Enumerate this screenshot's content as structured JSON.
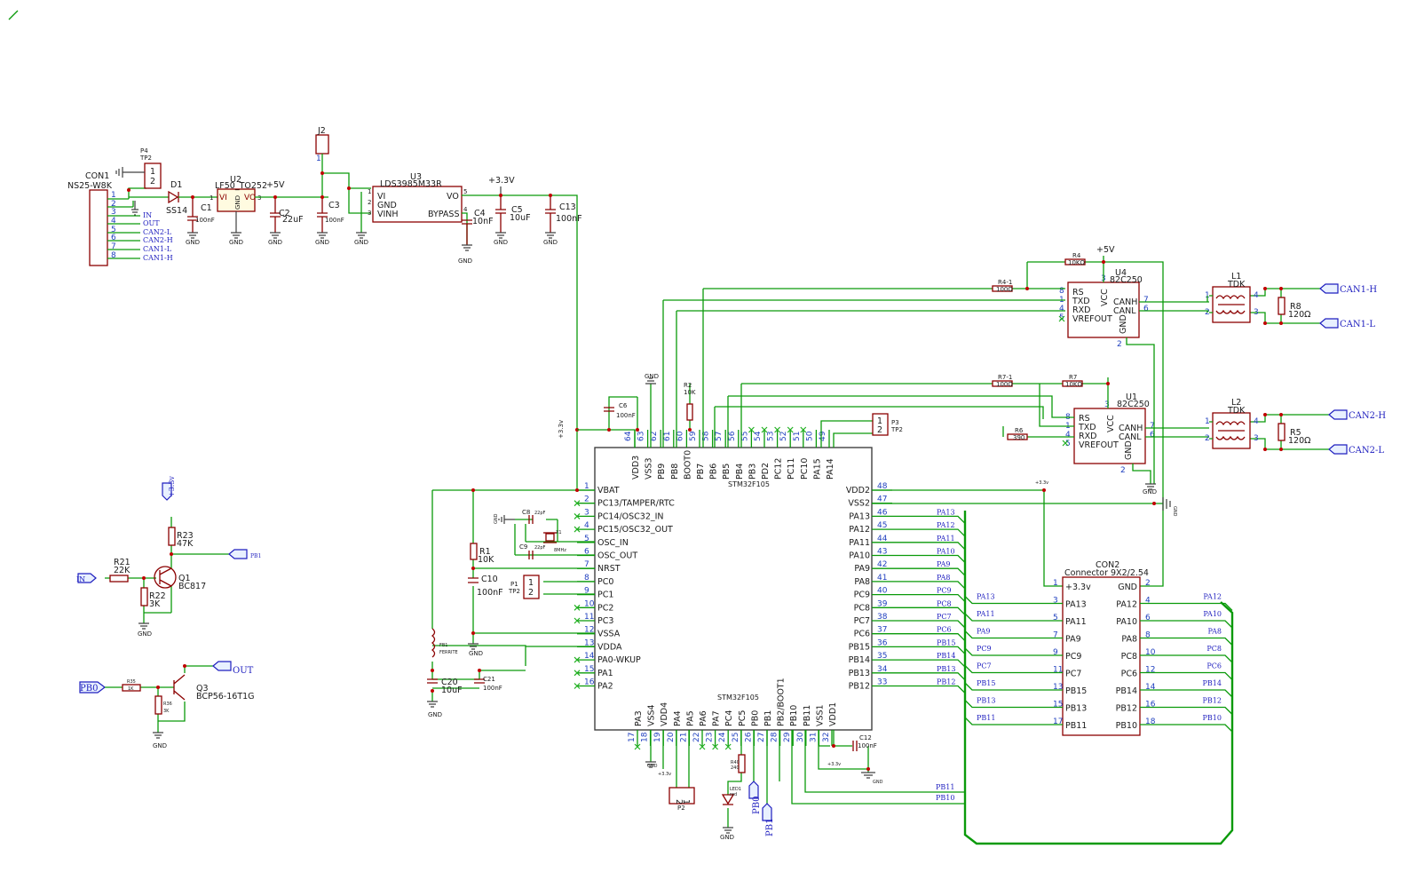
{
  "components": {
    "con1": {
      "ref": "CON1",
      "value": "NS25-W8K"
    },
    "p4": {
      "ref": "P4",
      "value": "TP2"
    },
    "d1": {
      "ref": "D1",
      "value": "SS14"
    },
    "u2": {
      "ref": "U2",
      "value": "LF50_TO252"
    },
    "c1": {
      "ref": "C1",
      "value": "100nF"
    },
    "c2": {
      "ref": "C2",
      "value": "22uF"
    },
    "j2": {
      "ref": "J2"
    },
    "c3": {
      "ref": "C3",
      "value": "100nF"
    },
    "u3": {
      "ref": "U3",
      "value": "LDS3985M33R"
    },
    "c4": {
      "ref": "C4",
      "value": "10nF"
    },
    "c5": {
      "ref": "C5",
      "value": "10uF"
    },
    "c13": {
      "ref": "C13",
      "value": "100nF"
    },
    "u4": {
      "ref": "U4",
      "value": "82C250"
    },
    "u1": {
      "ref": "U1",
      "value": "82C250"
    },
    "l1": {
      "ref": "L1",
      "value": "TDK"
    },
    "l2": {
      "ref": "L2",
      "value": "TDK"
    },
    "r8": {
      "ref": "R8",
      "value": "120Ω"
    },
    "r5": {
      "ref": "R5",
      "value": "120Ω"
    },
    "r4": {
      "ref": "R4",
      "value": "10KΩ"
    },
    "r4b": {
      "ref": "R4-1",
      "value": "100Ω"
    },
    "r7": {
      "ref": "R7",
      "value": "10KΩ"
    },
    "r7b": {
      "ref": "R7-1",
      "value": "100Ω"
    },
    "r6": {
      "ref": "R6",
      "value": "390"
    },
    "c6": {
      "ref": "C6",
      "value": "100nF"
    },
    "r2": {
      "ref": "R2",
      "value": "10K"
    },
    "p3": {
      "ref": "P3",
      "value": "TP2"
    },
    "mcu": {
      "value": "STM32F105"
    },
    "r1": {
      "ref": "R1",
      "value": "10K"
    },
    "c10": {
      "ref": "C10",
      "value": "100nF"
    },
    "c8": {
      "ref": "C8",
      "value": "22pF"
    },
    "c9": {
      "ref": "C9",
      "value": "22pF"
    },
    "x1": {
      "ref": "X1",
      "value": "8MHz"
    },
    "p1": {
      "ref": "P1",
      "value": "TP2"
    },
    "fb1": {
      "ref": "FB1",
      "value": "FERRITE"
    },
    "c20": {
      "ref": "C20",
      "value": "10uF"
    },
    "c21": {
      "ref": "C21",
      "value": "100nF"
    },
    "c12": {
      "ref": "C12",
      "value": "100nF"
    },
    "r40": {
      "ref": "R40",
      "value": "240"
    },
    "led1": {
      "ref": "LED1",
      "value": "red"
    },
    "p2": {
      "ref": "P2",
      "value": "TP2"
    },
    "con2": {
      "ref": "CON2",
      "value": "Connector 9X2/2.54"
    },
    "r23": {
      "ref": "R23",
      "value": "47K"
    },
    "r21": {
      "ref": "R21",
      "value": "22K"
    },
    "r22": {
      "ref": "R22",
      "value": "3K"
    },
    "q1": {
      "ref": "Q1",
      "value": "BC817"
    },
    "r35": {
      "ref": "R35",
      "value": "1K"
    },
    "r36": {
      "ref": "R36",
      "value": "3K"
    },
    "q3": {
      "ref": "Q3",
      "value": "BCP56-16T1G"
    }
  },
  "rails": {
    "v5": "+5V",
    "v33": "+3.3V",
    "v33b": "+3.3v",
    "gnd": "GND"
  },
  "con1_pins": [
    "1",
    "2",
    "3",
    "4",
    "5",
    "6",
    "7",
    "8"
  ],
  "con1_nets": [
    "IN",
    "OUT",
    "CAN2-L",
    "CAN2-H",
    "CAN1-L",
    "CAN1-H"
  ],
  "u2_pins": {
    "vi": "VI",
    "vo": "VO",
    "gnd": "GND",
    "p1": "1",
    "p2": "2",
    "p3": "3"
  },
  "u3_pins": {
    "vi": "VI",
    "gnd": "GND",
    "vinh": "VINH",
    "vo": "VO",
    "bypass": "BYPASS",
    "p1": "1",
    "p2": "2",
    "p3": "3",
    "p4": "4",
    "p5": "5"
  },
  "can_pins": {
    "rs": "RS",
    "txd": "TXD",
    "rxd": "RXD",
    "vref": "VREFOUT",
    "vcc": "VCC",
    "gnd": "GND",
    "canh": "CANH",
    "canl": "CANL",
    "n8": "8",
    "n1": "1",
    "n4": "4",
    "n5": "5",
    "n3": "3",
    "n2": "2",
    "n7": "7",
    "n6": "6"
  },
  "can_ports": {
    "can1h": "CAN1-H",
    "can1l": "CAN1-L",
    "can2h": "CAN2-H",
    "can2l": "CAN2-L"
  },
  "choke_pins": {
    "n1": "1",
    "n2": "2",
    "n3": "3",
    "n4": "4"
  },
  "mcu_left": [
    {
      "n": "1",
      "name": "VBAT"
    },
    {
      "n": "2",
      "name": "PC13/TAMPER/RTC"
    },
    {
      "n": "3",
      "name": "PC14/OSC32_IN"
    },
    {
      "n": "4",
      "name": "PC15/OSC32_OUT"
    },
    {
      "n": "5",
      "name": "OSC_IN"
    },
    {
      "n": "6",
      "name": "OSC_OUT"
    },
    {
      "n": "7",
      "name": "NRST"
    },
    {
      "n": "8",
      "name": "PC0"
    },
    {
      "n": "9",
      "name": "PC1"
    },
    {
      "n": "10",
      "name": "PC2"
    },
    {
      "n": "11",
      "name": "PC3"
    },
    {
      "n": "12",
      "name": "VSSA"
    },
    {
      "n": "13",
      "name": "VDDA"
    },
    {
      "n": "14",
      "name": "PA0-WKUP"
    },
    {
      "n": "15",
      "name": "PA1"
    },
    {
      "n": "16",
      "name": "PA2"
    }
  ],
  "mcu_right": [
    {
      "n": "48",
      "name": "VDD2"
    },
    {
      "n": "47",
      "name": "VSS2"
    },
    {
      "n": "46",
      "name": "PA13"
    },
    {
      "n": "45",
      "name": "PA12"
    },
    {
      "n": "44",
      "name": "PA11"
    },
    {
      "n": "43",
      "name": "PA10"
    },
    {
      "n": "42",
      "name": "PA9"
    },
    {
      "n": "41",
      "name": "PA8"
    },
    {
      "n": "40",
      "name": "PC9"
    },
    {
      "n": "39",
      "name": "PC8"
    },
    {
      "n": "38",
      "name": "PC7"
    },
    {
      "n": "37",
      "name": "PC6"
    },
    {
      "n": "36",
      "name": "PB15"
    },
    {
      "n": "35",
      "name": "PB14"
    },
    {
      "n": "34",
      "name": "PB13"
    },
    {
      "n": "33",
      "name": "PB12"
    }
  ],
  "mcu_top": [
    {
      "n": "64",
      "name": "VDD3"
    },
    {
      "n": "63",
      "name": "VSS3"
    },
    {
      "n": "62",
      "name": "PB9"
    },
    {
      "n": "61",
      "name": "PB8"
    },
    {
      "n": "60",
      "name": "BOOT0"
    },
    {
      "n": "59",
      "name": "PB7"
    },
    {
      "n": "58",
      "name": "PB6"
    },
    {
      "n": "57",
      "name": "PB5"
    },
    {
      "n": "56",
      "name": "PB4"
    },
    {
      "n": "55",
      "name": "PB3"
    },
    {
      "n": "54",
      "name": "PD2"
    },
    {
      "n": "53",
      "name": "PC12"
    },
    {
      "n": "52",
      "name": "PC11"
    },
    {
      "n": "51",
      "name": "PC10"
    },
    {
      "n": "50",
      "name": "PA15"
    },
    {
      "n": "49",
      "name": "PA14"
    }
  ],
  "mcu_bottom": [
    {
      "n": "17",
      "name": "PA3"
    },
    {
      "n": "18",
      "name": "VSS4"
    },
    {
      "n": "19",
      "name": "VDD4"
    },
    {
      "n": "20",
      "name": "PA4"
    },
    {
      "n": "21",
      "name": "PA5"
    },
    {
      "n": "22",
      "name": "PA6"
    },
    {
      "n": "23",
      "name": "PA7"
    },
    {
      "n": "24",
      "name": "PC4"
    },
    {
      "n": "25",
      "name": "PC5"
    },
    {
      "n": "26",
      "name": "PB0"
    },
    {
      "n": "27",
      "name": "PB1"
    },
    {
      "n": "28",
      "name": "PB2/BOOT1"
    },
    {
      "n": "29",
      "name": "PB10"
    },
    {
      "n": "30",
      "name": "PB11"
    },
    {
      "n": "31",
      "name": "VSS1"
    },
    {
      "n": "32",
      "name": "VDD1"
    }
  ],
  "mcu_bus_labels": [
    "PA13",
    "PA12",
    "PA11",
    "PA10",
    "PA9",
    "PA8",
    "PC9",
    "PC8",
    "PC7",
    "PC6",
    "PB15",
    "PB14",
    "PB13",
    "PB12"
  ],
  "bottom_bus_labels": [
    "PB11",
    "PB10"
  ],
  "con2_left": [
    {
      "n": "1",
      "name": "+3.3v",
      "bus": ""
    },
    {
      "n": "3",
      "name": "PA13",
      "bus": "PA13"
    },
    {
      "n": "5",
      "name": "PA11",
      "bus": "PA11"
    },
    {
      "n": "7",
      "name": "PA9",
      "bus": "PA9"
    },
    {
      "n": "9",
      "name": "PC9",
      "bus": "PC9"
    },
    {
      "n": "11",
      "name": "PC7",
      "bus": "PC7"
    },
    {
      "n": "13",
      "name": "PB15",
      "bus": "PB15"
    },
    {
      "n": "15",
      "name": "PB13",
      "bus": "PB13"
    },
    {
      "n": "17",
      "name": "PB11",
      "bus": "PB11"
    }
  ],
  "con2_right": [
    {
      "n": "2",
      "name": "GND",
      "bus": ""
    },
    {
      "n": "4",
      "name": "PA12",
      "bus": "PA12"
    },
    {
      "n": "6",
      "name": "PA10",
      "bus": "PA10"
    },
    {
      "n": "8",
      "name": "PA8",
      "bus": "PA8"
    },
    {
      "n": "10",
      "name": "PC8",
      "bus": "PC8"
    },
    {
      "n": "12",
      "name": "PC6",
      "bus": "PC6"
    },
    {
      "n": "14",
      "name": "PB14",
      "bus": "PB14"
    },
    {
      "n": "16",
      "name": "PB12",
      "bus": "PB12"
    },
    {
      "n": "18",
      "name": "PB10",
      "bus": "PB10"
    }
  ],
  "test_pins": {
    "one": "1",
    "two": "2"
  },
  "ports": {
    "in": "IN",
    "out": "OUT",
    "pb0": "PB0",
    "pb1": "PB1"
  },
  "colors": {
    "wire": "#0a9a0a",
    "body": "#8b0000",
    "port": "#1f1fbf",
    "pin": "#1f3fbf",
    "junction": "#c00000"
  }
}
